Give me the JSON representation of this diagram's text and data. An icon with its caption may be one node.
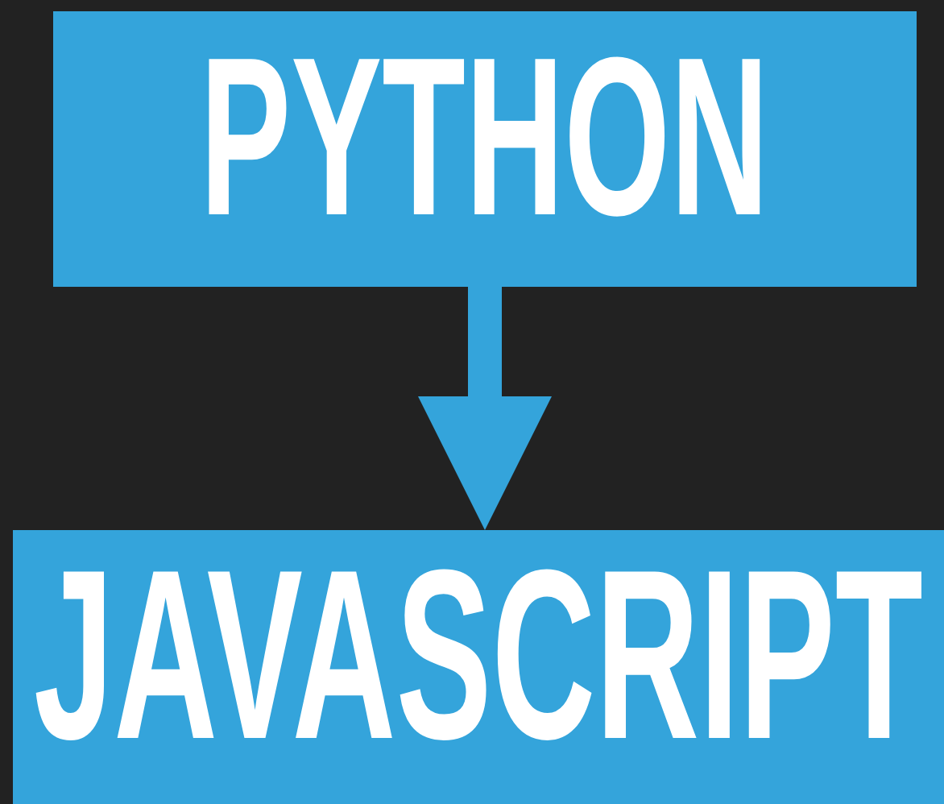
{
  "diagram": {
    "nodes": [
      {
        "text": [
          "PYTHON"
        ]
      },
      {
        "text": [
          "JAVASCRIPT"
        ]
      }
    ],
    "edges": [
      {
        "from": 0,
        "to": 1,
        "arrow": "to"
      }
    ]
  }
}
